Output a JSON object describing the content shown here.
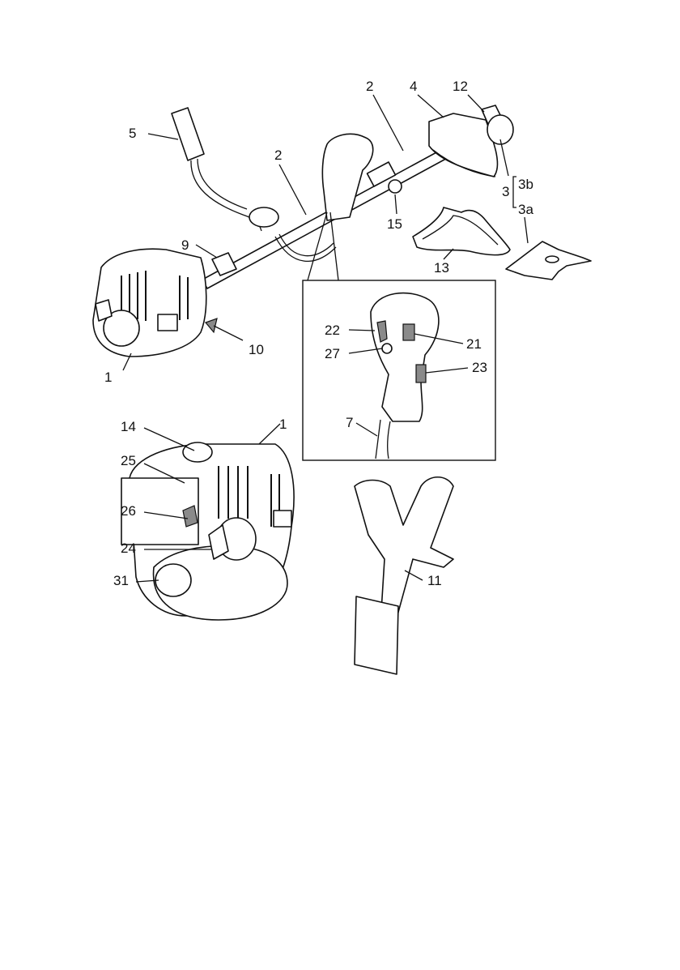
{
  "colors": {
    "ink": "#111111",
    "shade": "#8a8a8a",
    "paper": "#ffffff"
  },
  "labels": {
    "engine_top": "1",
    "shaft_left": "2",
    "shaft_right": "2",
    "cutting_tool": "3",
    "blade_3a": "3a",
    "head_3b": "3b",
    "guard": "4",
    "handle_5": "5",
    "loop_7": "7",
    "clip_9": "9",
    "plate_10": "10",
    "harness_11": "11",
    "nut_12": "12",
    "cover_13": "13",
    "cap_14": "14",
    "knob_15": "15",
    "switch_21": "21",
    "lever_22": "22",
    "trigger_23": "23",
    "primer_24": "24",
    "choke_25": "25",
    "lever_26": "26",
    "button_27": "27",
    "fuel_31": "31",
    "engine_bottom": "1"
  }
}
